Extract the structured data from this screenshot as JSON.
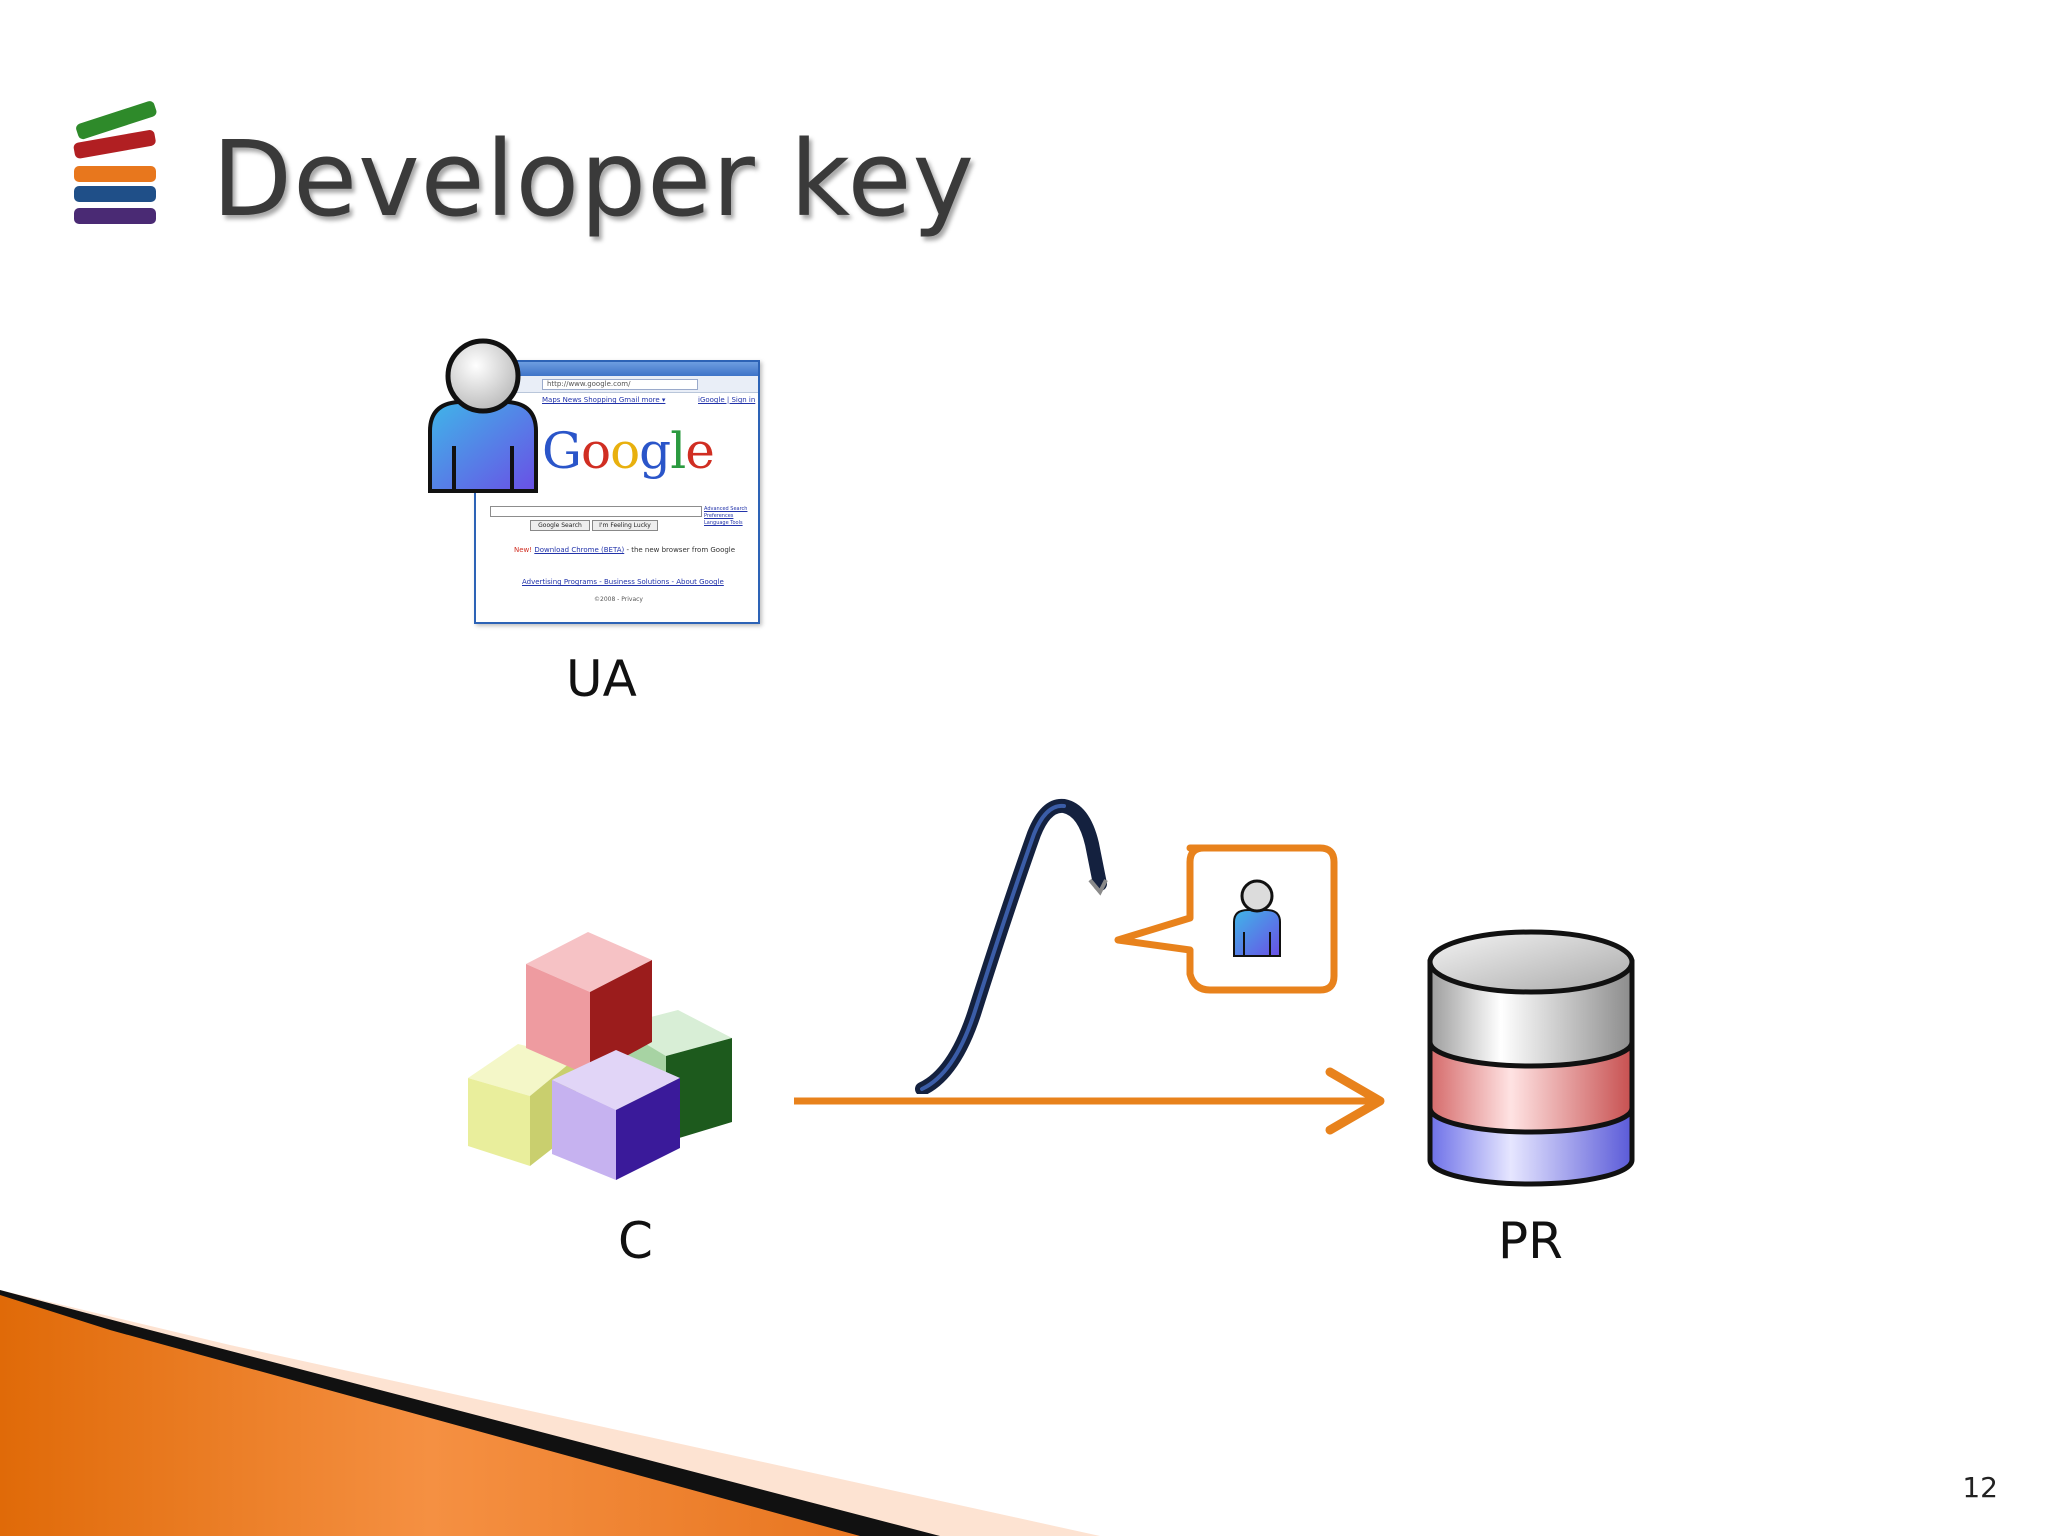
{
  "slide": {
    "title": "Developer key",
    "page_number": "12"
  },
  "nodes": {
    "ua": {
      "label": "UA"
    },
    "client": {
      "label": "C"
    },
    "protected_resource": {
      "label": "PR"
    }
  },
  "browser": {
    "url": "http://www.google.com/",
    "links": "Maps  News  Shopping  Gmail  more ▾",
    "account_links": "iGoogle | Sign in",
    "logo": [
      "G",
      "o",
      "o",
      "g",
      "l",
      "e"
    ],
    "search_button": "Google Search",
    "lucky_button": "I'm Feeling Lucky",
    "side_links": [
      "Advanced Search",
      "Preferences",
      "Language Tools"
    ],
    "news_prefix": "New!",
    "news_link": "Download Chrome (BETA)",
    "news_suffix": " - the new browser from Google",
    "footer_links": "Advertising Programs - Business Solutions - About Google",
    "copyright": "©2008 - Privacy"
  },
  "icons": [
    "books-icon",
    "user-icon",
    "browser-window-icon",
    "blocks-icon",
    "crowbar-icon",
    "user-callout-icon",
    "database-icon",
    "arrow-icon"
  ],
  "colors": {
    "accent_orange": "#e8821c",
    "title_text": "#3a3a3a",
    "browser_frame": "#2d63b6"
  }
}
